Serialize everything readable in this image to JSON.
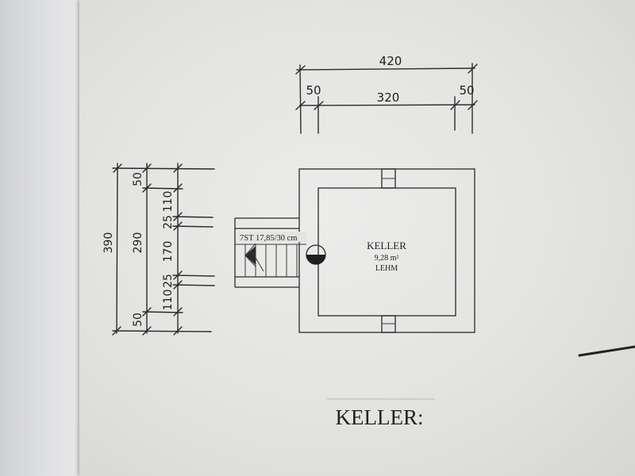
{
  "plan": {
    "dimensions": {
      "top_total": "420",
      "top_left": "50",
      "top_middle": "320",
      "top_right": "50",
      "left_total": "390",
      "left_middle": "290",
      "left_seg_top": "50",
      "left_seg_110a": "110",
      "left_seg_25a": "25",
      "left_seg_170": "170",
      "left_seg_25b": "25",
      "left_seg_110b": "110",
      "left_seg_bottom": "50"
    },
    "stairs_label": "7ST 17,85/30 cm",
    "room": {
      "name": "KELLER",
      "area": "9,28 m²",
      "material": "LEHM"
    },
    "heading": "KELLER:"
  },
  "colors": {
    "paper": "#e4e4e2",
    "ink": "#2a2a2a",
    "background": "#7a7c80"
  }
}
